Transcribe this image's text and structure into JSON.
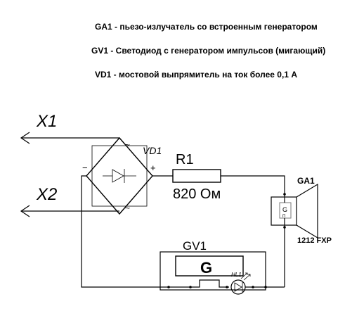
{
  "notes": {
    "ga1": "GA1 - пьезо-излучатель со встроенным генератором",
    "gv1": "GV1 - Светодиод с генератором импульсов (мигающий)",
    "vd1": "VD1 - мостовой выпрямитель на ток более  0,1 А"
  },
  "terminals": {
    "x1": "X1",
    "x2": "X2"
  },
  "bridge": {
    "label": "VD1",
    "minus": "−",
    "plus": "+",
    "tilde_top": "~",
    "tilde_bottom": "~"
  },
  "resistor": {
    "label": "R1",
    "value": "820 Ом"
  },
  "buzzer": {
    "label": "GA1",
    "inner": "G",
    "inner_sub": "Π",
    "model": "1212 FXP"
  },
  "flasher": {
    "label": "GV1",
    "inner": "G",
    "led": "HL1"
  }
}
